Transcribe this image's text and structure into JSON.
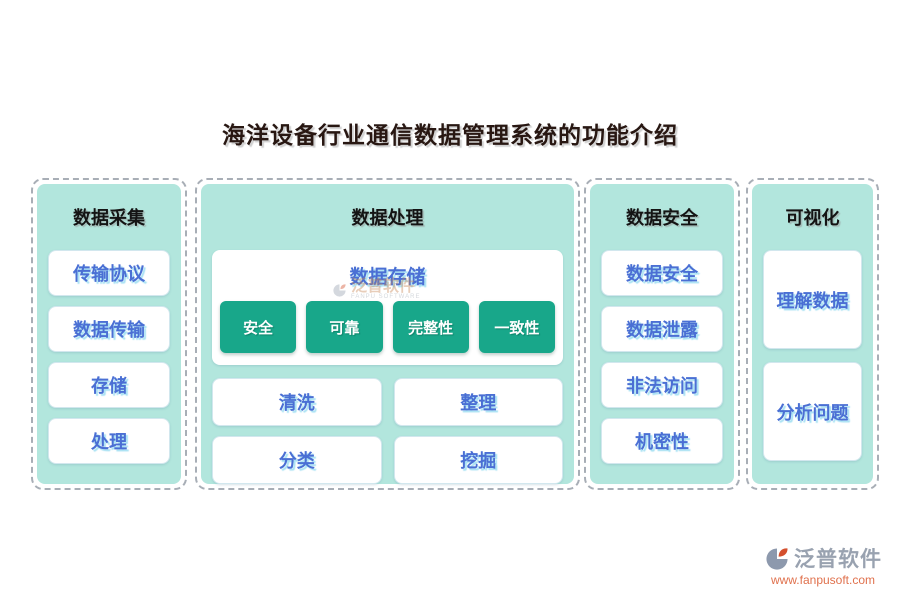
{
  "title": "海洋设备行业通信数据管理系统的功能介绍",
  "columns": [
    {
      "header": "数据采集",
      "items": [
        "传输协议",
        "数据传输",
        "存储",
        "处理"
      ]
    },
    {
      "header": "数据处理",
      "storage": {
        "title": "数据存储",
        "buttons": [
          "安全",
          "可靠",
          "完整性",
          "一致性"
        ]
      },
      "items": [
        "清洗",
        "整理",
        "分类",
        "挖掘"
      ]
    },
    {
      "header": "数据安全",
      "items": [
        "数据安全",
        "数据泄露",
        "非法访问",
        "机密性"
      ]
    },
    {
      "header": "可视化",
      "items": [
        "理解数据",
        "分析问题"
      ]
    }
  ],
  "watermark": {
    "text": "泛普软件",
    "subtext": "FANPU SOFTWARE"
  },
  "footer": {
    "brand": "泛普软件",
    "url": "www.fanpusoft.com"
  },
  "colors": {
    "column_fill": "#b2e6dd",
    "dashed_border": "#a8aeb6",
    "item_text_blue": "#4a6fd4",
    "green_button": "#18a78a",
    "brand_gray": "#99a2b0",
    "brand_orange": "#e0714d"
  }
}
